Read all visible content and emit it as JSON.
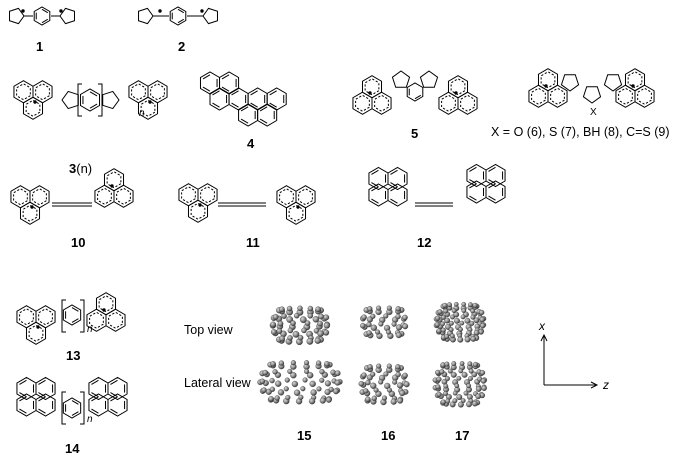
{
  "compounds": {
    "c1": {
      "label": "1"
    },
    "c2": {
      "label": "2"
    },
    "c3": {
      "label": "3",
      "suffix": "(n)",
      "sub": "n"
    },
    "c4": {
      "label": "4"
    },
    "c5": {
      "label": "5"
    },
    "c6_9": {
      "label": "X = O (6), S (7), BH (8), C=S (9)",
      "atom": "X"
    },
    "c10": {
      "label": "10"
    },
    "c11": {
      "label": "11"
    },
    "c12": {
      "label": "12"
    },
    "c13": {
      "label": "13",
      "sub": "n"
    },
    "c14": {
      "label": "14",
      "sub": "n"
    }
  },
  "cages": {
    "top_view_label": "Top view",
    "lateral_view_label": "Lateral view",
    "labels": [
      "15",
      "16",
      "17"
    ]
  },
  "axes": {
    "x": "x",
    "z": "z"
  }
}
